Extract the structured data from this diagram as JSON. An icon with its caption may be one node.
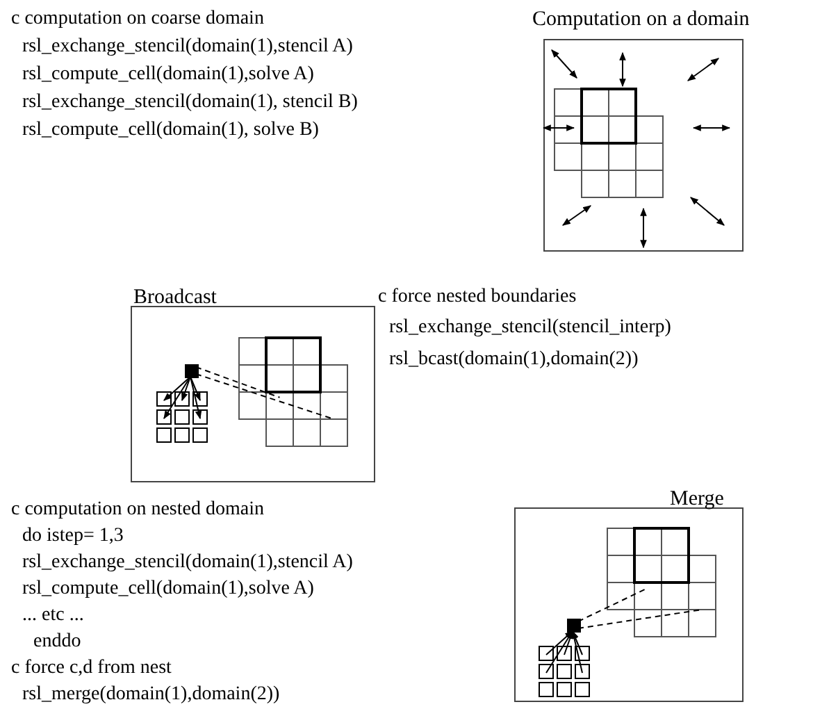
{
  "diagram": {
    "nodes": [
      {
        "text": [
          "Computation on a domain"
        ]
      },
      {
        "text": [
          "Broadcast"
        ]
      },
      {
        "text": [
          "Merge"
        ]
      }
    ],
    "edges": [],
    "labels": [
      "c computation on coarse domain",
      "rsl_exchange_stencil(domain(1),stencil A)",
      "rsl_compute_cell(domain(1),solve A)",
      "rsl_exchange_stencil(domain(1), stencil B)",
      "rsl_compute_cell(domain(1), solve B)",
      "c force nested boundaries",
      "rsl_exchange_stencil(stencil_interp)",
      "rsl_bcast(domain(1),domain(2))",
      "c computation on nested domain",
      "do istep= 1,3",
      "rsl_exchange_stencil(domain(1),stencil A)",
      "rsl_compute_cell(domain(1),solve A)",
      "... etc ...",
      "enddo",
      "c force c,d from nest",
      "rsl_merge(domain(1),domain(2))"
    ]
  }
}
